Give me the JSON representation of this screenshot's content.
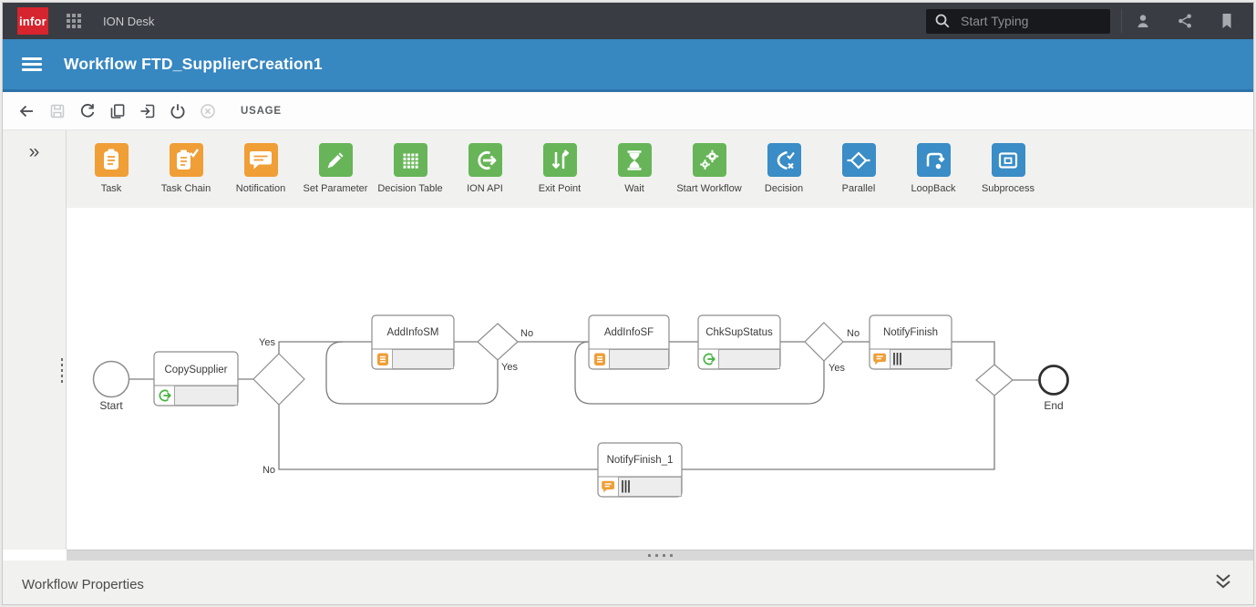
{
  "topbar": {
    "logo_text": "infor",
    "app_title": "ION Desk",
    "search_placeholder": "Start Typing"
  },
  "header": {
    "title": "Workflow FTD_SupplierCreation1"
  },
  "toolbar": {
    "usage_label": "USAGE"
  },
  "palette": {
    "items": [
      {
        "label": "Task",
        "color": "#f09e36",
        "icon": "task-icon"
      },
      {
        "label": "Task Chain",
        "color": "#f09e36",
        "icon": "task-chain-icon"
      },
      {
        "label": "Notification",
        "color": "#f09e36",
        "icon": "notification-icon"
      },
      {
        "label": "Set Parameter",
        "color": "#67b558",
        "icon": "set-parameter-icon"
      },
      {
        "label": "Decision Table",
        "color": "#67b558",
        "icon": "decision-table-icon"
      },
      {
        "label": "ION API",
        "color": "#67b558",
        "icon": "ion-api-icon"
      },
      {
        "label": "Exit Point",
        "color": "#67b558",
        "icon": "exit-point-icon"
      },
      {
        "label": "Wait",
        "color": "#67b558",
        "icon": "wait-icon"
      },
      {
        "label": "Start Workflow",
        "color": "#67b558",
        "icon": "start-workflow-icon"
      },
      {
        "label": "Decision",
        "color": "#3a8dc6",
        "icon": "decision-icon"
      },
      {
        "label": "Parallel",
        "color": "#3a8dc6",
        "icon": "parallel-icon"
      },
      {
        "label": "LoopBack",
        "color": "#3a8dc6",
        "icon": "loopback-icon"
      },
      {
        "label": "Subprocess",
        "color": "#3a8dc6",
        "icon": "subprocess-icon"
      }
    ]
  },
  "diagram": {
    "start_label": "Start",
    "end_label": "End",
    "nodes": {
      "copy_supplier": "CopySupplier",
      "add_info_sm": "AddInfoSM",
      "add_info_sf": "AddInfoSF",
      "chk_sup_status": "ChkSupStatus",
      "notify_finish": "NotifyFinish",
      "notify_finish_1": "NotifyFinish_1"
    },
    "branch_labels": {
      "gate1_yes": "Yes",
      "gate1_no": "No",
      "gate2_no": "No",
      "gate2_yes": "Yes",
      "gate3_no": "No",
      "gate3_yes": "Yes"
    }
  },
  "properties_panel": {
    "title": "Workflow Properties"
  },
  "colors": {
    "topbar": "#393c42",
    "accent_blue": "#3787c1",
    "orange": "#f09e36",
    "green": "#67b558",
    "blue": "#3a8dc6"
  }
}
